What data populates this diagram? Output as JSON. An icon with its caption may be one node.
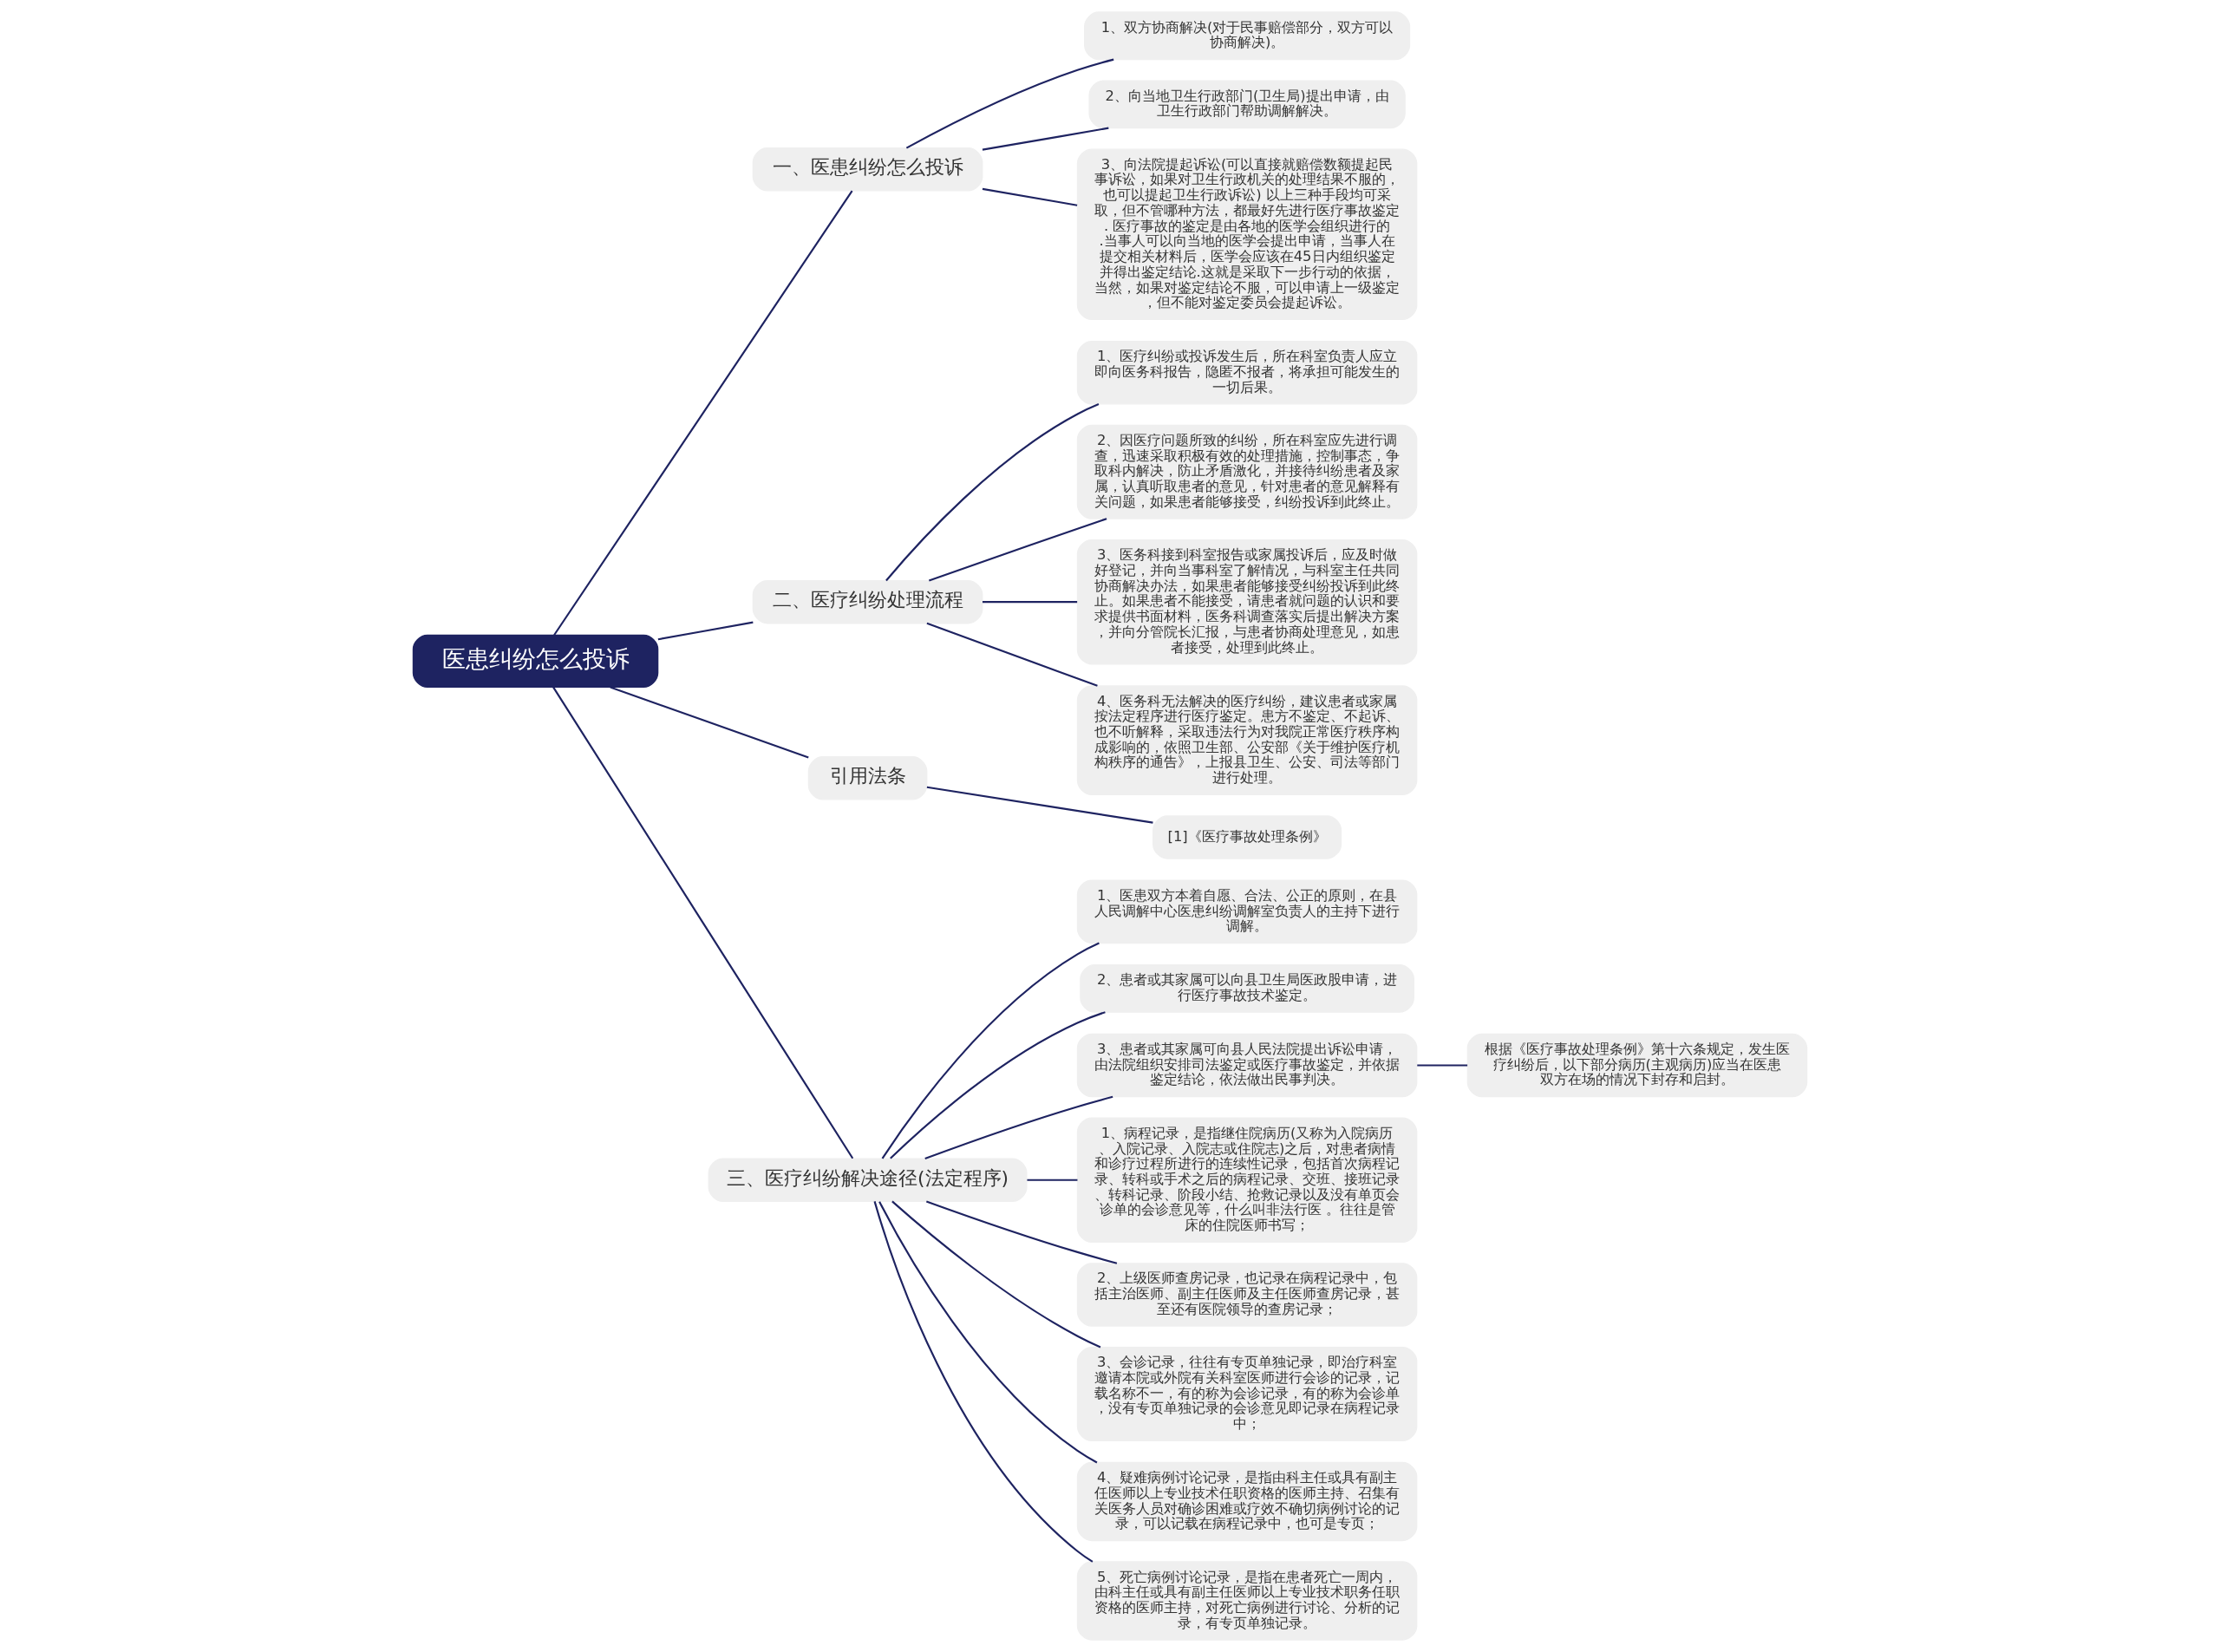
{
  "diagram": {
    "nodes": [
      {
        "text": [
          "医患纠纷怎么投诉"
        ]
      },
      {
        "text": [
          "一、医患纠纷怎么投诉"
        ]
      },
      {
        "text": [
          "1、双方协商解决(对于民事赔偿部分，双方可以协商解决)。"
        ]
      },
      {
        "text": [
          "2、向当地卫生行政部门(卫生局)提出申请，由卫生行政部门帮助调解解决。"
        ]
      },
      {
        "text": [
          "3、向法院提起诉讼(可以直接就赔偿数额提起民事诉讼，如果对卫生行政机关的处理结果不服的，也可以提起卫生行政诉讼) 以上三种手段均可采取，但不管哪种方法，都最好先进行医疗事故鉴定. 医疗事故的鉴定是由各地的医学会组织进行的.当事人可以向当地的医学会提出申请，当事人在提交相关材料后，医学会应该在45日内组织鉴定并得出鉴定结论.这就是采取下一步行动的依据，当然，如果对鉴定结论不服，可以申请上一级鉴定，但不能对鉴定委员会提起诉讼。"
        ]
      },
      {
        "text": [
          "二、医疗纠纷处理流程"
        ]
      },
      {
        "text": [
          "1、医疗纠纷或投诉发生后，所在科室负责人应立即向医务科报告，隐匿不报者，将承担可能发生的一切后果。"
        ]
      },
      {
        "text": [
          "2、因医疗问题所致的纠纷，所在科室应先进行调查，迅速采取积极有效的处理措施，控制事态，争取科内解决，防止矛盾激化，并接待纠纷患者及家属，认真听取患者的意见，针对患者的意见解释有关问题，如果患者能够接受，纠纷投诉到此终止。"
        ]
      },
      {
        "text": [
          "3、医务科接到科室报告或家属投诉后，应及时做好登记，并向当事科室了解情况，与科室主任共同协商解决办法，如果患者能够接受纠纷投诉到此终止。如果患者不能接受，请患者就问题的认识和要求提供书面材料，医务科调查落实后提出解决方案，并向分管院长汇报，与患者协商处理意见，如患者接受，处理到此终止。"
        ]
      },
      {
        "text": [
          "4、医务科无法解决的医疗纠纷，建议患者或家属按法定程序进行医疗鉴定。患方不鉴定、不起诉、也不听解释，采取违法行为对我院正常医疗秩序构成影响的，依照卫生部、公安部《关于维护医疗机构秩序的通告》，上报县卫生、公安、司法等部门进行处理。"
        ]
      },
      {
        "text": [
          "引用法条"
        ]
      },
      {
        "text": [
          "[1]《医疗事故处理条例》"
        ]
      },
      {
        "text": [
          "三、医疗纠纷解决途径(法定程序)"
        ]
      },
      {
        "text": [
          "1、医患双方本着自愿、合法、公正的原则，在县人民调解中心医患纠纷调解室负责人的主持下进行调解。"
        ]
      },
      {
        "text": [
          "2、患者或其家属可以向县卫生局医政股申请，进行医疗事故技术鉴定。"
        ]
      },
      {
        "text": [
          "3、患者或其家属可向县人民法院提出诉讼申请，由法院组织安排司法鉴定或医疗事故鉴定，并依据鉴定结论，依法做出民事判决。"
        ]
      },
      {
        "text": [
          "根据《医疗事故处理条例》第十六条规定，发生医疗纠纷后，以下部分病历(主观病历)应当在医患双方在场的情况下封存和启封。"
        ]
      },
      {
        "text": [
          "1、病程记录，是指继住院病历(又称为入院病历、入院记录、入院志或住院志)之后，对患者病情和诊疗过程所进行的连续性记录，包括首次病程记录、转科或手术之后的病程记录、交班、接班记录、转科记录、阶段小结、抢救记录以及没有单页会诊单的会诊意见等，什么叫非法行医 。往往是管床的住院医师书写；"
        ]
      },
      {
        "text": [
          "2、上级医师查房记录，也记录在病程记录中，包括主治医师、副主任医师及主任医师查房记录，甚至还有医院领导的查房记录；"
        ]
      },
      {
        "text": [
          "3、会诊记录，往往有专页单独记录，即治疗科室邀请本院或外院有关科室医师进行会诊的记录，记载名称不一，有的称为会诊记录，有的称为会诊单，没有专页单独记录的会诊意见即记录在病程记录中；"
        ]
      },
      {
        "text": [
          "4、疑难病例讨论记录，是指由科主任或具有副主任医师以上专业技术任职资格的医师主持、召集有关医务人员对确诊困难或疗效不确切病例讨论的记录，可以记载在病程记录中，也可是专页；"
        ]
      },
      {
        "text": [
          "5、死亡病例讨论记录，是指在患者死亡一周内，由科主任或具有副主任医师以上专业技术职务任职资格的医师主持，对死亡病例进行讨论、分析的记录，有专页单独记录。"
        ]
      }
    ],
    "edges": [
      {
        "from": 0,
        "to": 1,
        "arrow": "none"
      },
      {
        "from": 1,
        "to": 2,
        "arrow": "none"
      },
      {
        "from": 1,
        "to": 3,
        "arrow": "none"
      },
      {
        "from": 1,
        "to": 4,
        "arrow": "none"
      },
      {
        "from": 0,
        "to": 5,
        "arrow": "none"
      },
      {
        "from": 5,
        "to": 6,
        "arrow": "none"
      },
      {
        "from": 5,
        "to": 7,
        "arrow": "none"
      },
      {
        "from": 5,
        "to": 8,
        "arrow": "none"
      },
      {
        "from": 5,
        "to": 9,
        "arrow": "none"
      },
      {
        "from": 0,
        "to": 10,
        "arrow": "none"
      },
      {
        "from": 10,
        "to": 11,
        "arrow": "none"
      },
      {
        "from": 0,
        "to": 12,
        "arrow": "none"
      },
      {
        "from": 12,
        "to": 13,
        "arrow": "none"
      },
      {
        "from": 12,
        "to": 14,
        "arrow": "none"
      },
      {
        "from": 12,
        "to": 15,
        "arrow": "none"
      },
      {
        "from": 15,
        "to": 16,
        "arrow": "none"
      },
      {
        "from": 12,
        "to": 17,
        "arrow": "none"
      },
      {
        "from": 12,
        "to": 18,
        "arrow": "none"
      },
      {
        "from": 12,
        "to": 19,
        "arrow": "none"
      },
      {
        "from": 12,
        "to": 20,
        "arrow": "none"
      },
      {
        "from": 12,
        "to": 21,
        "arrow": "none"
      }
    ]
  }
}
